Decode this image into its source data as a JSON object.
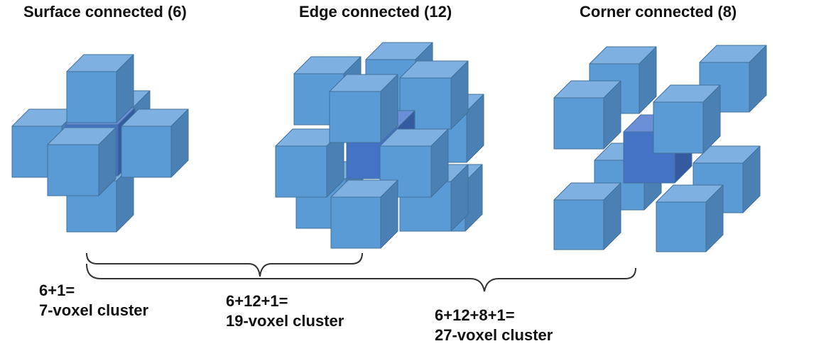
{
  "panels": {
    "surface": {
      "title": "Surface connected (6)"
    },
    "edge": {
      "title": "Edge connected (12)"
    },
    "corner": {
      "title": "Corner connected (8)"
    }
  },
  "clusters": {
    "c7": {
      "formula": "6+1=",
      "name": "7-voxel cluster"
    },
    "c19": {
      "formula": "6+12+1=",
      "name": "19-voxel cluster"
    },
    "c27": {
      "formula": "6+12+8+1=",
      "name": "27-voxel cluster"
    }
  },
  "colors": {
    "cube_front": "#5b9bd5",
    "cube_top": "#7eb1e1",
    "cube_side": "#4a80b4",
    "cube_edge": "#41719c",
    "center_front": "#4472c4",
    "center_top": "#6a8fd6",
    "center_side": "#355aa0",
    "brace": "#333333"
  }
}
